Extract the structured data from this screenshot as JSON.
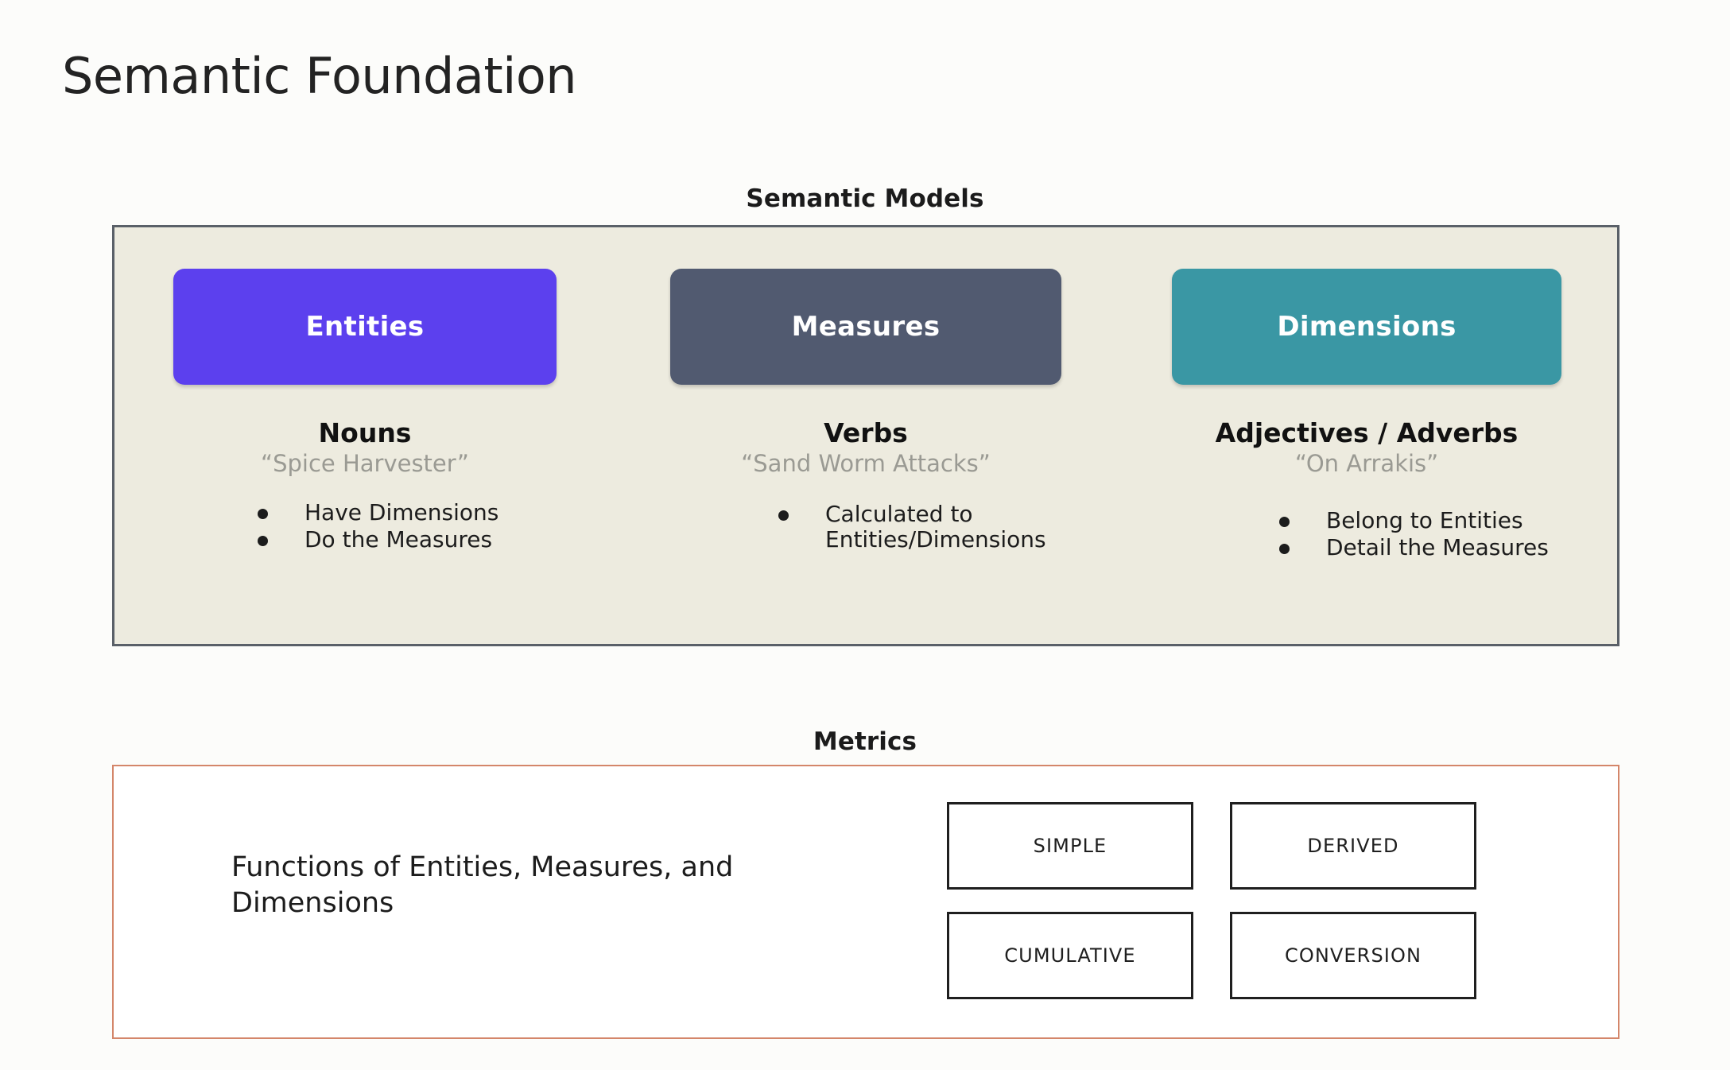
{
  "page": {
    "title": "Semantic Foundation",
    "background_color": "#fcfcfa"
  },
  "semantic_models": {
    "label": "Semantic Models",
    "panel_background": "#edebdf",
    "panel_border_color": "#5a6068",
    "columns": [
      {
        "chip_label": "Entities",
        "chip_color": "#5c40ee",
        "part_of_speech": "Nouns",
        "example": "“Spice Harvester”",
        "bullets": [
          "Have Dimensions",
          "Do the Measures"
        ]
      },
      {
        "chip_label": "Measures",
        "chip_color": "#515a70",
        "part_of_speech": "Verbs",
        "example": "“Sand Worm Attacks”",
        "bullets": [
          "Calculated to Entities/Dimensions"
        ]
      },
      {
        "chip_label": "Dimensions",
        "chip_color": "#3a97a4",
        "part_of_speech": "Adjectives / Adverbs",
        "example": "“On Arrakis”",
        "bullets": [
          "Belong to Entities",
          "Detail the Measures"
        ]
      }
    ]
  },
  "metrics": {
    "label": "Metrics",
    "panel_border_color": "#d4866a",
    "description": "Functions of Entities, Measures, and Dimensions",
    "types": [
      "SIMPLE",
      "DERIVED",
      "CUMULATIVE",
      "CONVERSION"
    ]
  }
}
